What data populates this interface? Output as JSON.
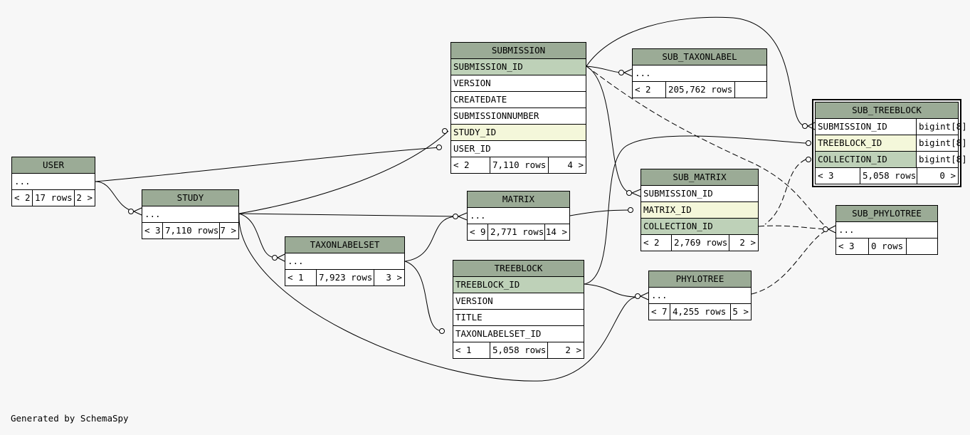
{
  "footer": "Generated by SchemaSpy",
  "tables": {
    "submission": {
      "name": "SUBMISSION",
      "columns": [
        "SUBMISSION_ID",
        "VERSION",
        "CREATEDATE",
        "SUBMISSIONNUMBER",
        "STUDY_ID",
        "USER_ID"
      ],
      "parents": "< 2",
      "rows": "7,110 rows",
      "children": "4 >"
    },
    "sub_taxonlabel": {
      "name": "SUB_TAXONLABEL",
      "columns": [
        "..."
      ],
      "parents": "< 2",
      "rows": "205,762 rows",
      "children": ""
    },
    "sub_treeblock": {
      "name": "SUB_TREEBLOCK",
      "columns": [
        "SUBMISSION_ID",
        "TREEBLOCK_ID",
        "COLLECTION_ID"
      ],
      "types": [
        "bigint[8]",
        "bigint[8]",
        "bigint[8]"
      ],
      "parents": "< 3",
      "rows": "5,058 rows",
      "children": "0 >"
    },
    "user": {
      "name": "USER",
      "columns": [
        "..."
      ],
      "parents": "< 2",
      "rows": "17 rows",
      "children": "2 >"
    },
    "study": {
      "name": "STUDY",
      "columns": [
        "..."
      ],
      "parents": "< 3",
      "rows": "7,110 rows",
      "children": "7 >"
    },
    "matrix": {
      "name": "MATRIX",
      "columns": [
        "..."
      ],
      "parents": "< 9",
      "rows": "2,771 rows",
      "children": "14 >"
    },
    "sub_matrix": {
      "name": "SUB_MATRIX",
      "columns": [
        "SUBMISSION_ID",
        "MATRIX_ID",
        "COLLECTION_ID"
      ],
      "parents": "< 2",
      "rows": "2,769 rows",
      "children": "2 >"
    },
    "sub_phylotree": {
      "name": "SUB_PHYLOTREE",
      "columns": [
        "..."
      ],
      "parents": "< 3",
      "rows": "0 rows",
      "children": ""
    },
    "taxonlabelset": {
      "name": "TAXONLABELSET",
      "columns": [
        "..."
      ],
      "parents": "< 1",
      "rows": "7,923 rows",
      "children": "3 >"
    },
    "treeblock": {
      "name": "TREEBLOCK",
      "columns": [
        "TREEBLOCK_ID",
        "VERSION",
        "TITLE",
        "TAXONLABELSET_ID"
      ],
      "parents": "< 1",
      "rows": "5,058 rows",
      "children": "2 >"
    },
    "phylotree": {
      "name": "PHYLOTREE",
      "columns": [
        "..."
      ],
      "parents": "< 7",
      "rows": "4,255 rows",
      "children": "5 >"
    }
  }
}
